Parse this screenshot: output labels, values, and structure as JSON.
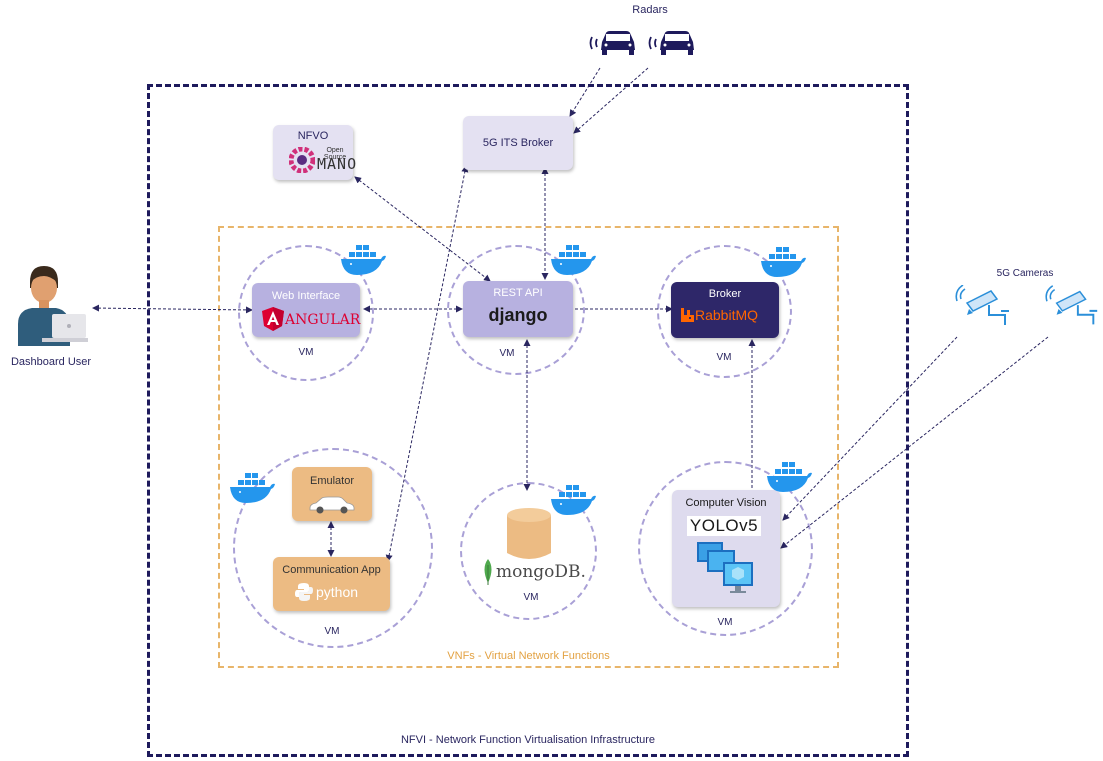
{
  "radars": {
    "label": "Radars"
  },
  "cameras": {
    "label": "5G Cameras"
  },
  "user": {
    "label": "Dashboard User"
  },
  "nfvi": {
    "label": "NFVI - Network Function Virtualisation Infrastructure"
  },
  "vnf": {
    "label": "VNFs - Virtual Network Functions"
  },
  "nfvo": {
    "title": "NFVO",
    "logo_small": "Open Source",
    "logo_big": "MANO"
  },
  "its_broker": {
    "title": "5G ITS Broker"
  },
  "web": {
    "title": "Web Interface",
    "logo": "ANGULAR",
    "vm": "VM"
  },
  "rest": {
    "title": "REST API",
    "logo": "django",
    "vm": "VM"
  },
  "broker": {
    "title": "Broker",
    "logo": "RabbitMQ",
    "vm": "VM"
  },
  "emulator": {
    "title": "Emulator"
  },
  "comm": {
    "title": "Communication App",
    "logo": "python",
    "vm": "VM"
  },
  "mongo": {
    "logo": "mongoDB.",
    "vm": "VM"
  },
  "cv": {
    "title": "Computer Vision",
    "logo": "YOLOv5",
    "vm": "VM"
  },
  "colors": {
    "nfvi_border": "#1e1a5c",
    "vnf_border": "#e8b56a",
    "vm_circle": "#a9a0d6",
    "docker": "#2496ed",
    "angular": "#dd0031",
    "rabbitmq": "#ff6600",
    "mongo_green": "#4fa94d"
  }
}
